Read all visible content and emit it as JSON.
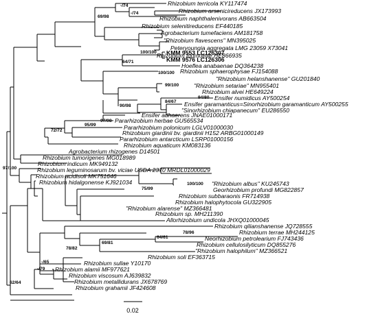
{
  "tree": {
    "taxa": [
      {
        "text": "Rhizobium terricola KY117474"
      },
      {
        "text": "Rhizobium arsenicireducens JX173993"
      },
      {
        "text": "Rhizobium naphthalenivorans AB663504"
      },
      {
        "text": "Rhizobium selenitireducens EF440185"
      },
      {
        "text": "Agrobacterium tumefaciens AM181758"
      },
      {
        "text": "\"Rhizobium flavescens\" MN395025"
      },
      {
        "text": "Peteryoungia aggregata LMG 23059 X73041"
      },
      {
        "text": "Rhizobium ipomoeae HE866935"
      },
      {
        "text": "KMM 9553  LC126307"
      },
      {
        "text": "KMM 9576  LC126306"
      },
      {
        "text": "Hoeflea anabaenae DQ364238"
      },
      {
        "text": "Rhizobium sphaerophysae FJ154088"
      },
      {
        "text": "\"Rhizobium helanshanense\" GU201840"
      },
      {
        "text": "\"Rhizobium setariae\" MN955401"
      },
      {
        "text": "Rhizobium alvei HE649224"
      },
      {
        "text": "Ensifer numidicus AY500254"
      },
      {
        "text": "Ensifer garamanticus=Sinorhizobium garamanticum AY500255"
      },
      {
        "text": "\"Sinorhizobium chiapanecum\" EU286550"
      },
      {
        "text": "Ensifer adhaerens JNAE01000171"
      },
      {
        "text": "Pararhizobium herbae GU565534"
      },
      {
        "text": "Pararhizobium polonicum LGLV01000030"
      },
      {
        "text": "Rhizobium giardinii bv. giardinii H152 ARBG01000149"
      },
      {
        "text": "Pararhizobium antarcticum LSRP01000156"
      },
      {
        "text": "Rhizobium aquaticum KM083136"
      },
      {
        "text": "Agrobacterium rhizogenes D14501"
      },
      {
        "text": "Rhizobium tumorigenes MG018989"
      },
      {
        "text": "Rhizobium indicum MK949132"
      },
      {
        "text": "Rhizobium leguminosarum bv. viciae USDA 2370 MRDL01000029"
      },
      {
        "text": "Rhizobium acidisoli MK751646"
      },
      {
        "text": "Rhizobium hidalgonense KJ921034"
      },
      {
        "text": "\"Rhizobium albus\" KU245743"
      },
      {
        "text": "Georhizobium profundi MG822857"
      },
      {
        "text": "Rhizobium subbaraonis FR714938"
      },
      {
        "text": "Rhizobium halophytocola GU322905"
      },
      {
        "text": "\"Rhizobium alarense\" MZ366481"
      },
      {
        "text": "Rhizobium sp. MH211390"
      },
      {
        "text": "Allorhizobium undicola JHXQ01000045"
      },
      {
        "text": "Rhizobium qilianshanense JQ728555"
      },
      {
        "text": "Rhizobium terrae MH244125"
      },
      {
        "text": "Neorhizobium petrolearium FJ743436"
      },
      {
        "text": "Rhizobium cellulosilyticum DQ855276"
      },
      {
        "text": "\"Rhizobium halophilum\" MZ366521"
      },
      {
        "text": "Rhizobium soli EF363715"
      },
      {
        "text": "Rhizobium sullae Y10170"
      },
      {
        "text": "Rhizobium alamii MF977621"
      },
      {
        "text": "Rhizobium viscosum AJ639832"
      },
      {
        "text": "Rhizobium metallidurans JX678769"
      },
      {
        "text": "Rhizobium grahamii JF424608"
      }
    ],
    "supports": [
      {
        "text": "-/74"
      },
      {
        "text": "69/98"
      },
      {
        "text": "-/74"
      },
      {
        "text": "100/100"
      },
      {
        "text": "64/71"
      },
      {
        "text": "100/100"
      },
      {
        "text": "99/100"
      },
      {
        "text": "94/80"
      },
      {
        "text": "84/67"
      },
      {
        "text": "90/98"
      },
      {
        "text": "97/98"
      },
      {
        "text": "95/99"
      },
      {
        "text": "72/72"
      },
      {
        "text": "97/100"
      },
      {
        "text": "100/100"
      },
      {
        "text": "75/99"
      },
      {
        "text": "78/96"
      },
      {
        "text": "64/61"
      },
      {
        "text": "69/81"
      },
      {
        "text": "78/82"
      },
      {
        "text": "-/65"
      },
      {
        "text": "-/79"
      },
      {
        "text": "62/64"
      }
    ],
    "scale_bar": {
      "label": "0.02"
    }
  }
}
